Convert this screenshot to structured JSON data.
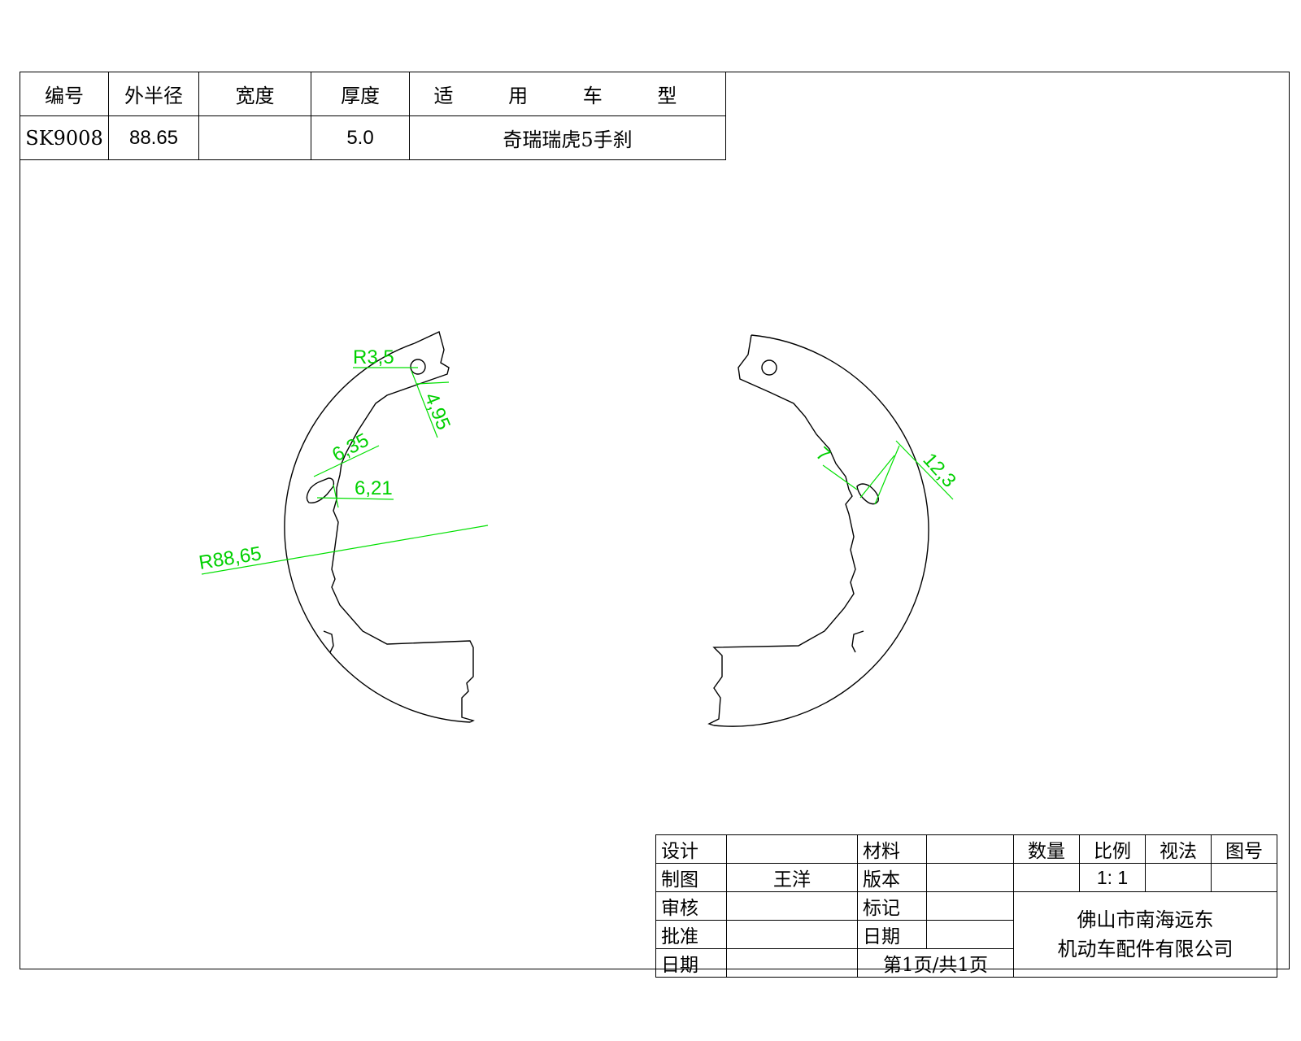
{
  "spec_table": {
    "headers": [
      "编号",
      "外半径",
      "宽度",
      "厚度",
      "适 用 车 型"
    ],
    "row": {
      "code": "SK9008",
      "outer_radius": "88.65",
      "width": "",
      "thickness": "5.0",
      "application": "奇瑞瑞虎5手刹"
    }
  },
  "dimensions": {
    "hole_radius": "R3,5",
    "hole_offset": "4,95",
    "slot_width": "6,35",
    "slot_depth": "6,21",
    "outer_radius": "R88,65",
    "notch_width": "7",
    "notch_length": "12,3"
  },
  "title_block": {
    "design_label": "设计",
    "design_value": "",
    "drawing_label": "制图",
    "drawing_value": "王洋",
    "review_label": "审核",
    "approve_label": "批准",
    "date_label": "日期",
    "material_label": "材料",
    "version_label": "版本",
    "mark_label": "标记",
    "date2_label": "日期",
    "page_info": "第1页/共1页",
    "quantity_label": "数量",
    "scale_label": "比例",
    "view_label": "视法",
    "drawing_no_label": "图号",
    "scale_value": "1: 1",
    "company_line1": "佛山市南海远东",
    "company_line2": "机动车配件有限公司"
  },
  "colors": {
    "outline": "#000000",
    "dimension": "#00d000"
  }
}
